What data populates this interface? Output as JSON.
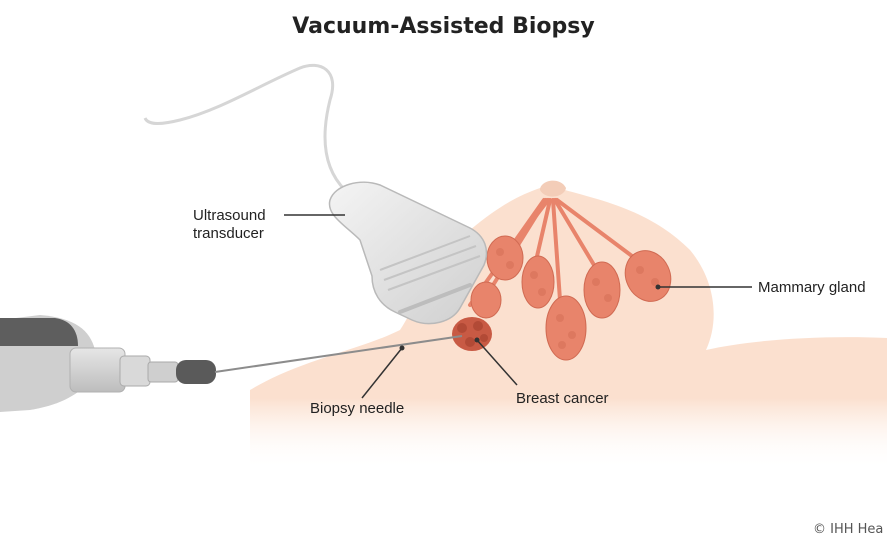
{
  "title": "Vacuum-Assisted Biopsy",
  "labels": {
    "ultrasound_line1": "Ultrasound",
    "ultrasound_line2": "transducer",
    "mammary_gland": "Mammary gland",
    "breast_cancer": "Breast cancer",
    "biopsy_needle": "Biopsy needle"
  },
  "copyright": "© IHH Hea",
  "colors": {
    "skin": "#fbe0cf",
    "gland": "#e8846b",
    "gland_dark": "#c9604a",
    "tumor": "#c85a44",
    "device": "#dedede",
    "device_dark": "#8a8a8a"
  }
}
